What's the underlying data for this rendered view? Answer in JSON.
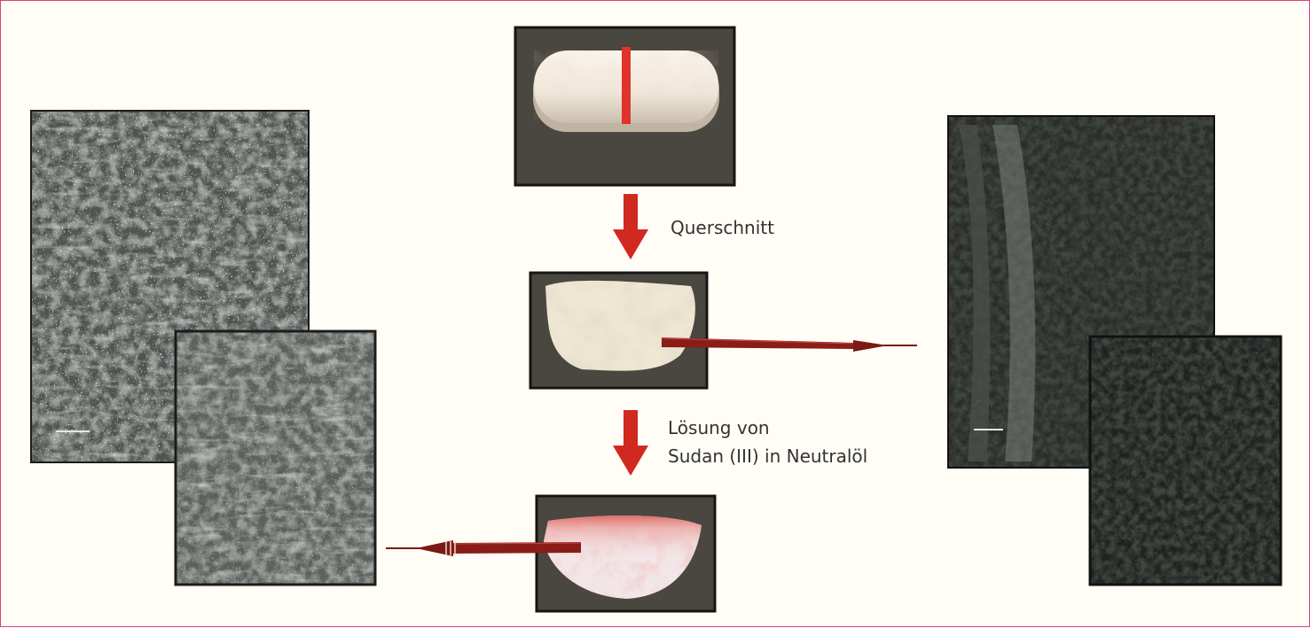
{
  "labels": {
    "cross_section": "Querschnitt",
    "solution_line1": "Lösung von",
    "solution_line2": "Sudan (III) in Neutralöl"
  },
  "colors": {
    "border": "#d9427a",
    "background": "#fffdf6",
    "frame_bg": "#4a4640",
    "arrow_red": "#d1281f",
    "pointer_arrow": "#7a1a16",
    "tablet": "#f4ece2",
    "tablet_mark": "#e0332b",
    "stain": "#d9453a"
  }
}
